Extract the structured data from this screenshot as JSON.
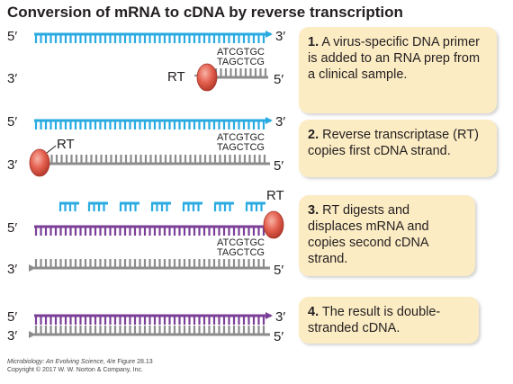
{
  "title": "Conversion of mRNA to cDNA by reverse transcription",
  "labels": {
    "five_prime": "5′",
    "three_prime": "3′",
    "rt": "RT",
    "seq_top": "ATCGTGC",
    "seq_bottom": "TAGCTCG"
  },
  "steps": [
    {
      "number": "1.",
      "text": "A virus-specific DNA primer is added to an RNA prep from a clinical sample."
    },
    {
      "number": "2.",
      "text": "Reverse transcriptase (RT) copies first cDNA strand."
    },
    {
      "number": "3.",
      "text": "RT digests and displaces mRNA and copies second cDNA strand."
    },
    {
      "number": "4.",
      "text": "The result is double-stranded cDNA."
    }
  ],
  "credit": {
    "book": "Microbiology: An Evolving Science",
    "edition_figure": ", 4/e  Figure 28.13",
    "copyright": "Copyright © 2017 W. W. Norton & Company, Inc."
  },
  "colors": {
    "mrna": "#29abe2",
    "cdna_first": "#8c8c8c",
    "cdna_second": "#7b3f98",
    "enzyme": "#e05a4b",
    "step_box": "#fcecc4"
  }
}
